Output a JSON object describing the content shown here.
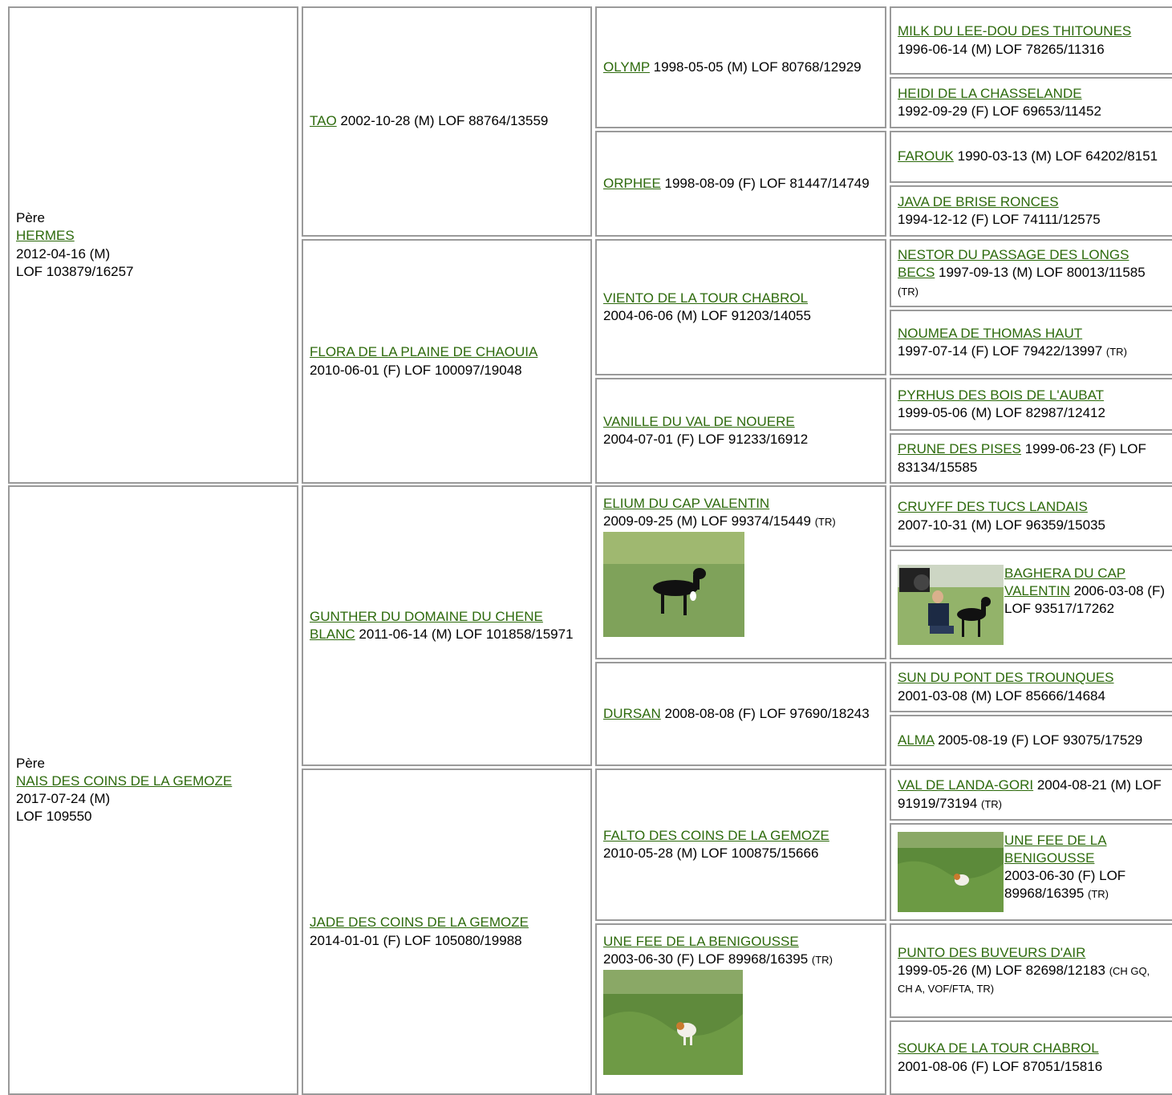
{
  "sire": {
    "heading": "Père",
    "name": "HERMES",
    "birth": "2012-04-16 (M)",
    "reg": "LOF 103879/16257"
  },
  "dam": {
    "heading": "Père",
    "name": "NAIS DES COINS DE LA GEMOZE",
    "birth": "2017-07-24 (M)",
    "reg": "LOF 109550"
  },
  "g2": [
    {
      "name": "TAO",
      "info": " 2002-10-28 (M) LOF 88764/13559"
    },
    {
      "name": "FLORA DE LA PLAINE DE CHAOUIA",
      "info": "2010-06-01 (F) LOF 100097/19048"
    },
    {
      "name": "GUNTHER DU DOMAINE DU CHENE BLANC",
      "info": " 2011-06-14 (M) LOF 101858/15971"
    },
    {
      "name": "JADE DES COINS DE LA GEMOZE",
      "info": "2014-01-01 (F) LOF 105080/19988"
    }
  ],
  "g3": [
    {
      "name": "OLYMP",
      "info": " 1998-05-05 (M) LOF 80768/12929",
      "note": ""
    },
    {
      "name": "ORPHEE",
      "info": " 1998-08-09 (F) LOF 81447/14749",
      "note": ""
    },
    {
      "name": "VIENTO DE LA TOUR CHABROL",
      "info": "2004-06-06 (M) LOF 91203/14055",
      "note": ""
    },
    {
      "name": "VANILLE DU VAL DE NOUERE",
      "info": "2004-07-01 (F) LOF 91233/16912",
      "note": ""
    },
    {
      "name": "ELIUM DU CAP VALENTIN",
      "info": "2009-09-25 (M) LOF 99374/15449",
      "note": "(TR)"
    },
    {
      "name": "DURSAN",
      "info": " 2008-08-08 (F) LOF 97690/18243",
      "note": ""
    },
    {
      "name": "FALTO DES COINS DE LA GEMOZE",
      "info": "2010-05-28 (M) LOF 100875/15666",
      "note": ""
    },
    {
      "name": "UNE FEE DE LA BENIGOUSSE",
      "info": "2003-06-30 (F) LOF 89968/16395",
      "note": "(TR)"
    }
  ],
  "g4": [
    {
      "name": "MILK DU LEE-DOU DES THITOUNES",
      "info": " 1996-06-14 (M) LOF 78265/11316",
      "note": ""
    },
    {
      "name": "HEIDI DE LA CHASSELANDE",
      "info": "1992-09-29 (F) LOF 69653/11452",
      "note": ""
    },
    {
      "name": "FAROUK",
      "info": " 1990-03-13 (M) LOF 64202/8151",
      "note": ""
    },
    {
      "name": "JAVA DE BRISE RONCES",
      "info": "1994-12-12 (F) LOF 74111/12575",
      "note": ""
    },
    {
      "name": "NESTOR DU PASSAGE DES LONGS BECS",
      "info": " 1997-09-13 (M) LOF 80013/11585",
      "note": "(TR)"
    },
    {
      "name": "NOUMEA DE THOMAS HAUT",
      "info": "1997-07-14 (F) LOF 79422/13997",
      "note": "(TR)"
    },
    {
      "name": "PYRHUS DES BOIS DE L'AUBAT",
      "info": "1999-05-06 (M) LOF 82987/12412",
      "note": ""
    },
    {
      "name": "PRUNE DES PISES",
      "info": " 1999-06-23 (F) LOF 83134/15585",
      "note": ""
    },
    {
      "name": "CRUYFF DES TUCS LANDAIS",
      "info": "2007-10-31 (M) LOF 96359/15035",
      "note": ""
    },
    {
      "name": "BAGHERA DU CAP VALENTIN",
      "info": " 2006-03-08 (F) LOF 93517/17262",
      "note": ""
    },
    {
      "name": "SUN DU PONT DES TROUNQUES",
      "info": "2001-03-08 (M) LOF 85666/14684",
      "note": ""
    },
    {
      "name": "ALMA",
      "info": " 2005-08-19 (F) LOF 93075/17529",
      "note": ""
    },
    {
      "name": "VAL DE LANDA-GORI",
      "info": " 2004-08-21 (M) LOF 91919/73194",
      "note": "(TR)"
    },
    {
      "name": "UNE FEE DE LA BENIGOUSSE",
      "info": "2003-06-30 (F) LOF 89968/16395",
      "note": "(TR)"
    },
    {
      "name": "PUNTO DES BUVEURS D'AIR",
      "info": "1999-05-26 (M) LOF 82698/12183",
      "note": "(CH GQ, CH A, VOF/FTA, TR)"
    },
    {
      "name": "SOUKA DE LA TOUR CHABROL",
      "info": "2001-08-06 (F) LOF 87051/15816",
      "note": ""
    }
  ]
}
